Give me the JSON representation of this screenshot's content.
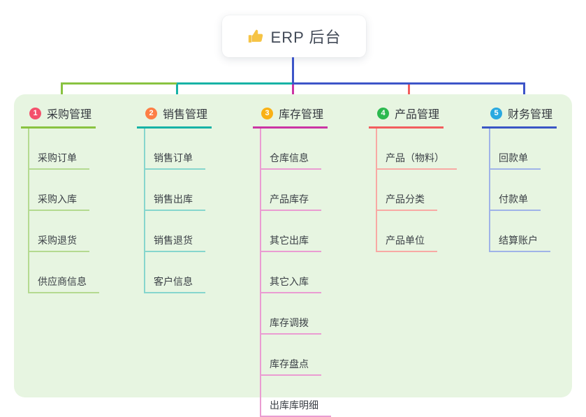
{
  "root": {
    "title": "ERP 后台",
    "icon": "thumbs-up"
  },
  "branches": [
    {
      "num": "1",
      "title": "采购管理",
      "color": "#89c341",
      "light_color": "#b4da90",
      "badge_color": "#f4516c",
      "children": [
        "采购订单",
        "采购入库",
        "采购退货",
        "供应商信息"
      ]
    },
    {
      "num": "2",
      "title": "销售管理",
      "color": "#17b3a6",
      "light_color": "#86d6cd",
      "badge_color": "#fd7e45",
      "children": [
        "销售订单",
        "销售出库",
        "销售退货",
        "客户信息"
      ]
    },
    {
      "num": "3",
      "title": "库存管理",
      "color": "#cb35a4",
      "light_color": "#ea9cd2",
      "badge_color": "#f9b115",
      "children": [
        "仓库信息",
        "产品库存",
        "其它出库",
        "其它入库",
        "库存调拨",
        "库存盘点",
        "出库库明细"
      ]
    },
    {
      "num": "4",
      "title": "产品管理",
      "color": "#f25e5e",
      "light_color": "#f8a9a4",
      "badge_color": "#2cb94f",
      "children": [
        "产品（物料）",
        "产品分类",
        "产品单位"
      ]
    },
    {
      "num": "5",
      "title": "财务管理",
      "color": "#3a56c5",
      "light_color": "#9fb3e8",
      "badge_color": "#2aa9e0",
      "children": [
        "回款单",
        "付款单",
        "结算账户"
      ]
    }
  ],
  "colors": {
    "stem_blue": "#3d55c8",
    "bus_green": "#89c341",
    "bus_teal": "#17b3a6",
    "bus_blue": "#3d55c8",
    "panel_background": "#e7f5e1",
    "root_text": "#424a57",
    "thumb_yellow": "#f6c445"
  }
}
